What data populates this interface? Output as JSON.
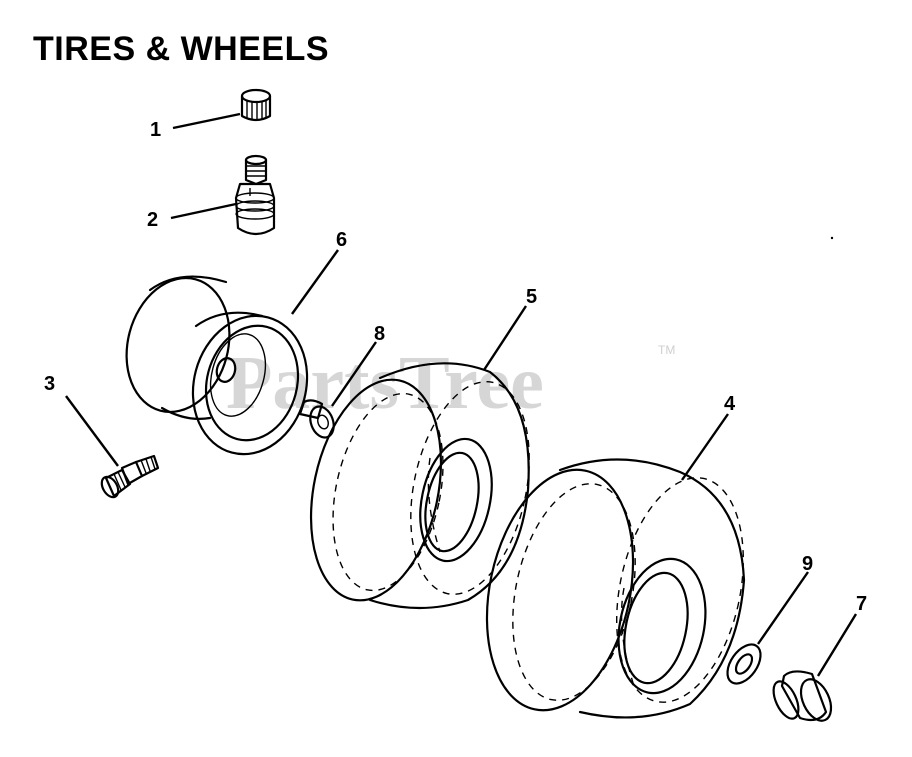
{
  "title": "TIRES & WHEELS",
  "watermark": "PartsTree",
  "watermark_tm": "TM",
  "callouts": {
    "c1": "1",
    "c2": "2",
    "c3": "3",
    "c4": "4",
    "c5": "5",
    "c6": "6",
    "c7": "7",
    "c8": "8",
    "c9": "9"
  },
  "parts": [
    "valve-cap",
    "valve-stem",
    "grease-fitting",
    "tire-rear",
    "tire-front",
    "rim",
    "bushing",
    "flange-bushing",
    "washer"
  ]
}
